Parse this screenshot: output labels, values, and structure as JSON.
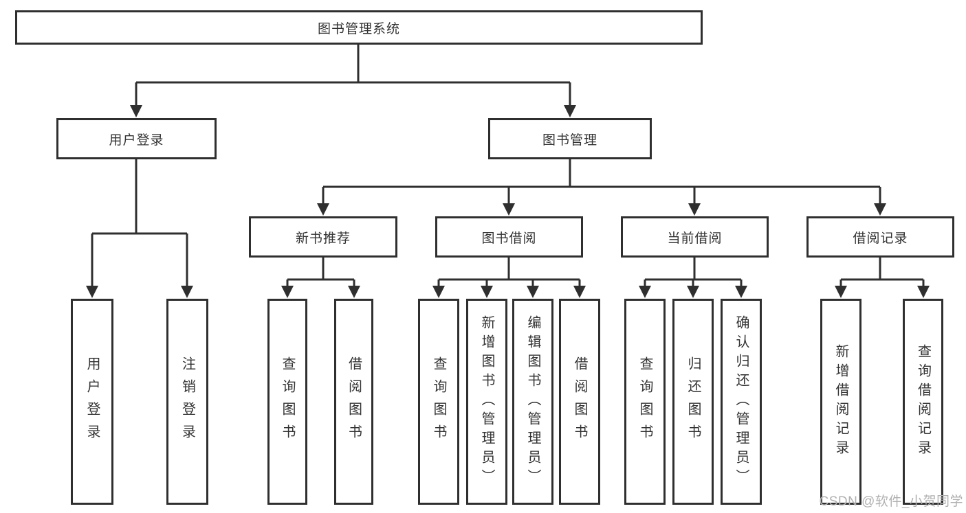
{
  "diagram": {
    "root": {
      "label": "图书管理系统"
    },
    "level2": [
      {
        "label": "用户登录"
      },
      {
        "label": "图书管理"
      }
    ],
    "level3": [
      {
        "label": "新书推荐"
      },
      {
        "label": "图书借阅"
      },
      {
        "label": "当前借阅"
      },
      {
        "label": "借阅记录"
      }
    ],
    "leaves": {
      "user_login": [
        {
          "label": "用户登录"
        },
        {
          "label": "注销登录"
        }
      ],
      "new_books": [
        {
          "label": "查询图书"
        },
        {
          "label": "借阅图书"
        }
      ],
      "book_borrow": [
        {
          "label": "查询图书"
        },
        {
          "label": "新增图书（管理员）"
        },
        {
          "label": "编辑图书（管理员）"
        },
        {
          "label": "借阅图书"
        }
      ],
      "current_borrow": [
        {
          "label": "查询图书"
        },
        {
          "label": "归还图书"
        },
        {
          "label": "确认归还（管理员）"
        }
      ],
      "borrow_records": [
        {
          "label": "新增借阅记录"
        },
        {
          "label": "查询借阅记录"
        }
      ]
    },
    "colors": {
      "line": "#2f2f2f",
      "box_border": "#2f2f2f",
      "box_fill": "#ffffff",
      "text": "#333333",
      "watermark": "#b0b0b0"
    }
  },
  "watermark": {
    "text": "CSDN @软件_小贺同学"
  }
}
